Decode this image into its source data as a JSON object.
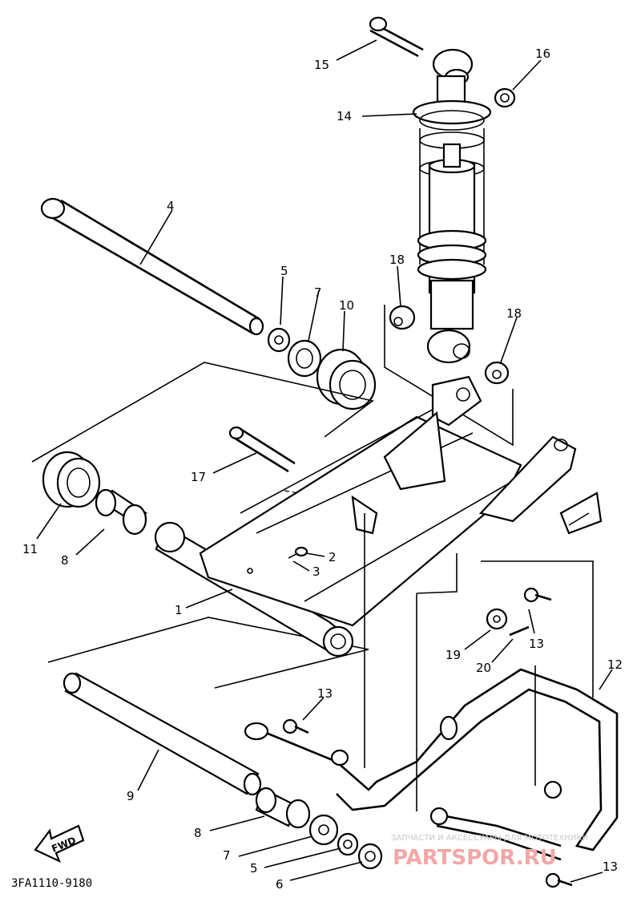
{
  "diagram": {
    "catalog_code": "3FA1110-9180",
    "fwd_label": "FWD",
    "watermark_text": "PARTSPOR.RU",
    "watermark_caption": "ЗАПЧАСТИ И АКСЕССУАРЫ ДЛЯ МОТОТЕХНИКИ",
    "callouts": [
      "15",
      "16",
      "14",
      "4",
      "5",
      "7",
      "10",
      "18",
      "18",
      "17",
      "11",
      "8",
      "2",
      "3",
      "1",
      "19",
      "13",
      "20",
      "12",
      "13",
      "9",
      "8",
      "7",
      "5",
      "6",
      "13"
    ]
  }
}
